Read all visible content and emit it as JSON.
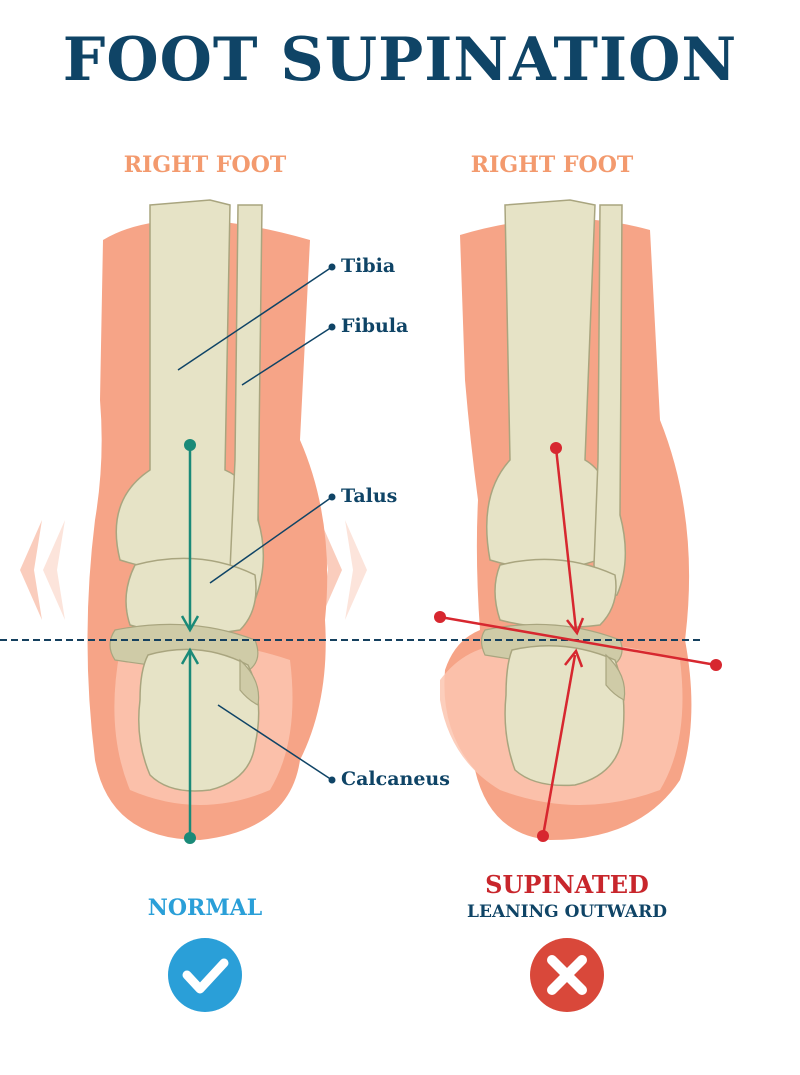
{
  "title": "FOOT SUPINATION",
  "colors": {
    "title": "#0f4466",
    "heading": "#f39a6e",
    "skin": "#f6a487",
    "skin_light": "#fbc6b0",
    "bone": "#e6e3c6",
    "bone_shade": "#cfcba7",
    "bone_outline": "#a9a57f",
    "normal_line": "#1a8a78",
    "supinated_line": "#d7272f",
    "ground_line": "#15405e",
    "check_bg": "#2a9fd8",
    "cross_bg": "#d9483a",
    "normal_text": "#2a9fd8",
    "supinated_text": "#c8262c"
  },
  "panels": {
    "left": {
      "heading": "RIGHT FOOT",
      "verdict": "NORMAL",
      "icon": "checkmark-icon"
    },
    "right": {
      "heading": "RIGHT FOOT",
      "verdict": "SUPINATED",
      "subtext": "LEANING OUTWARD",
      "icon": "cross-icon"
    }
  },
  "labels": {
    "tibia": "Tibia",
    "fibula": "Fibula",
    "talus": "Talus",
    "calcaneus": "Calcaneus"
  }
}
